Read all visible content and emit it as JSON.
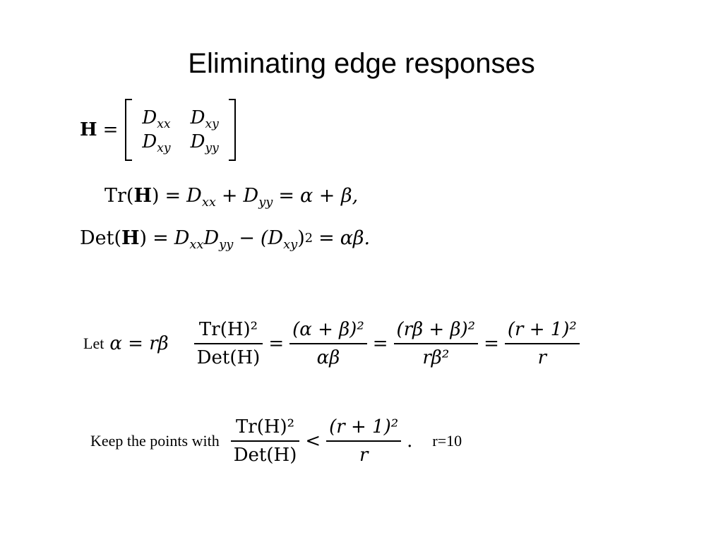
{
  "slide": {
    "title": "Eliminating edge responses",
    "matrix": {
      "symbol": "H",
      "equals": "=",
      "cells": [
        [
          "D",
          "xx",
          "D",
          "xy"
        ],
        [
          "D",
          "xy",
          "D",
          "yy"
        ]
      ]
    },
    "trace_eq": {
      "op": "Tr",
      "arg": "H",
      "rhs": [
        "D",
        "xx",
        "+",
        "D",
        "yy",
        "=",
        "α + β,"
      ]
    },
    "det_eq": {
      "op": "Det",
      "arg": "H",
      "rhs": [
        "D",
        "xx",
        "D",
        "yy",
        "−",
        "(D",
        "xy",
        ")",
        "2",
        "=",
        "αβ."
      ]
    },
    "let_line": {
      "label": "Let",
      "assumption": "α = rβ",
      "fractions": [
        {
          "num": "Tr(H)²",
          "den": "Det(H)"
        },
        {
          "num": "(α + β)²",
          "den": "αβ"
        },
        {
          "num": "(rβ + β)²",
          "den": "rβ²"
        },
        {
          "num": "(r + 1)²",
          "den": "r"
        }
      ]
    },
    "keep_line": {
      "label": "Keep the points with",
      "lhs": {
        "num": "Tr(H)²",
        "den": "Det(H)"
      },
      "relation": "<",
      "rhs": {
        "num": "(r + 1)²",
        "den": "r"
      },
      "end": ".",
      "param": "r=10"
    }
  }
}
